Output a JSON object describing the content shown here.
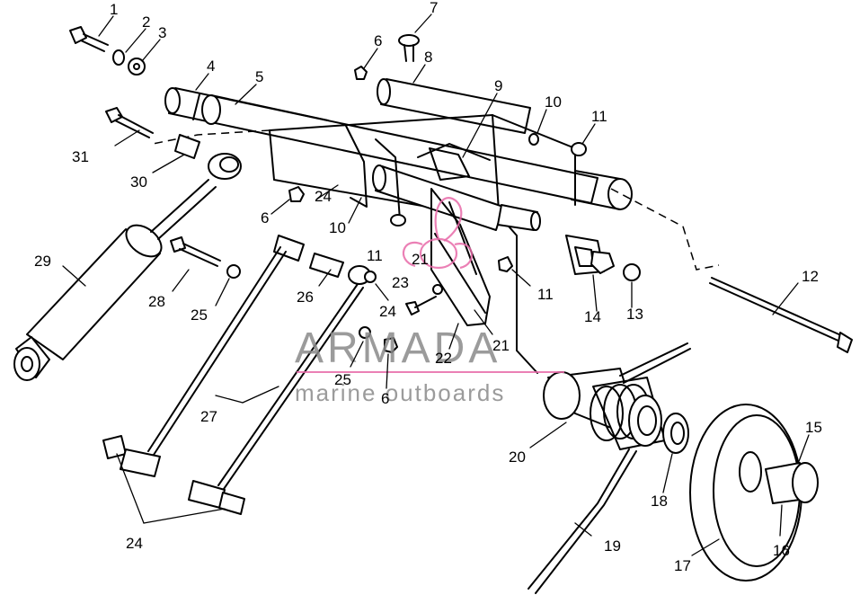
{
  "watermark": {
    "brand": "ARMADA",
    "tagline": "marine outboards",
    "accent_color": "#e76aa8",
    "text_color": "#8a8a8a"
  },
  "callouts": {
    "c1": "1",
    "c2": "2",
    "c3": "3",
    "c4": "4",
    "c5": "5",
    "c6a": "6",
    "c6b": "6",
    "c6c": "6",
    "c7": "7",
    "c8": "8",
    "c9": "9",
    "c10a": "10",
    "c10b": "10",
    "c11a": "11",
    "c11b": "11",
    "c11c": "11",
    "c12": "12",
    "c13": "13",
    "c14": "14",
    "c15": "15",
    "c16": "16",
    "c17": "17",
    "c18": "18",
    "c19": "19",
    "c20": "20",
    "c21a": "21",
    "c21b": "21",
    "c22": "22",
    "c23": "23",
    "c24a": "24",
    "c24b": "24",
    "c24c": "24",
    "c25a": "25",
    "c25b": "25",
    "c26": "26",
    "c27": "27",
    "c28": "28",
    "c29": "29",
    "c30": "30",
    "c31": "31"
  }
}
